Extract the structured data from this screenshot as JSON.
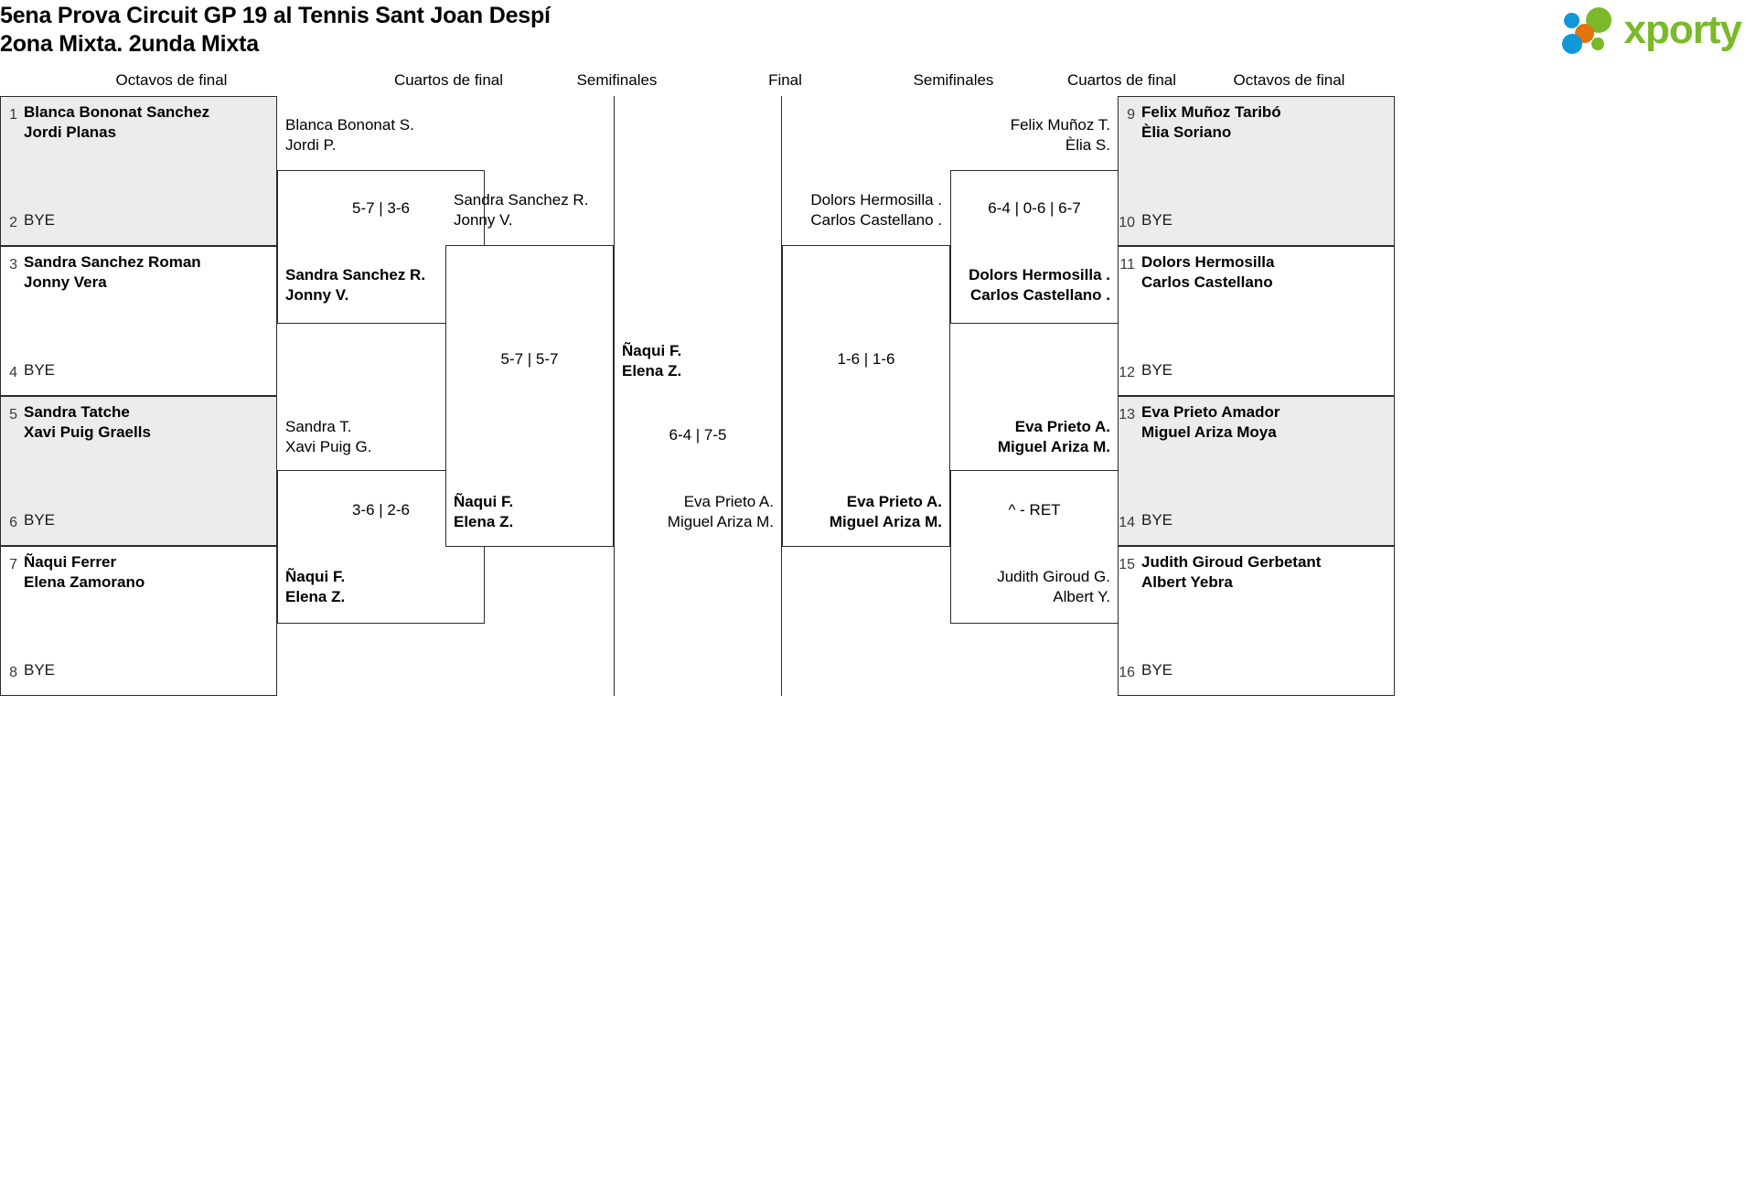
{
  "header": {
    "title_line1": "5ena Prova Circuit GP 19 al Tennis Sant Joan Despí",
    "title_line2": "2ona Mixta. 2unda Mixta",
    "logo_text": "xporty",
    "logo_colors": {
      "blue": "#0f97d8",
      "orange": "#e2740d",
      "green": "#7ab929"
    }
  },
  "round_headers": {
    "left_r16": "Octavos de final",
    "left_qf": "Cuartos de final",
    "left_sf": "Semifinales",
    "final": "Final",
    "right_sf": "Semifinales",
    "right_qf": "Cuartos de final",
    "right_r16": "Octavos de final"
  },
  "bracket": {
    "left_r16": [
      {
        "seed": "1",
        "line1": "Blanca Bononat Sanchez",
        "line2": "Jordi Planas"
      },
      {
        "seed": "2",
        "line1": "BYE",
        "line2": ""
      },
      {
        "seed": "3",
        "line1": "Sandra Sanchez Roman",
        "line2": "Jonny Vera"
      },
      {
        "seed": "4",
        "line1": "BYE",
        "line2": ""
      },
      {
        "seed": "5",
        "line1": "Sandra Tatche",
        "line2": "Xavi Puig Graells"
      },
      {
        "seed": "6",
        "line1": "BYE",
        "line2": ""
      },
      {
        "seed": "7",
        "line1": "Ñaqui Ferrer",
        "line2": "Elena Zamorano"
      },
      {
        "seed": "8",
        "line1": "BYE",
        "line2": ""
      }
    ],
    "right_r16": [
      {
        "seed": "9",
        "line1": "Felix Muñoz Taribó",
        "line2": "Èlia Soriano"
      },
      {
        "seed": "10",
        "line1": "BYE",
        "line2": ""
      },
      {
        "seed": "11",
        "line1": "Dolors Hermosilla",
        "line2": "Carlos Castellano"
      },
      {
        "seed": "12",
        "line1": "BYE",
        "line2": ""
      },
      {
        "seed": "13",
        "line1": "Eva Prieto Amador",
        "line2": "Miguel Ariza Moya"
      },
      {
        "seed": "14",
        "line1": "BYE",
        "line2": ""
      },
      {
        "seed": "15",
        "line1": "Judith Giroud Gerbetant",
        "line2": "Albert Yebra"
      },
      {
        "seed": "16",
        "line1": "BYE",
        "line2": ""
      }
    ],
    "left_qf": [
      {
        "top_line1": "Blanca Bononat S.",
        "top_line2": "Jordi P.",
        "bot_line1": "Sandra Sanchez R.",
        "bot_line2": "Jonny V.",
        "score": "5-7 | 3-6"
      },
      {
        "top_line1": "Sandra T.",
        "top_line2": "Xavi Puig G.",
        "bot_line1": "Ñaqui F.",
        "bot_line2": "Elena Z.",
        "score": "3-6 | 2-6"
      }
    ],
    "left_sf": {
      "top_line1": "Sandra Sanchez R.",
      "top_line2": "Jonny V.",
      "bot_line1": "Ñaqui F.",
      "bot_line2": "Elena Z.",
      "score": "5-7 | 5-7"
    },
    "right_qf": [
      {
        "top_line1": "Felix Muñoz T.",
        "top_line2": "Èlia S.",
        "bot_line1": "Dolors Hermosilla .",
        "bot_line2": "Carlos Castellano .",
        "score": "6-4 | 0-6 | 6-7"
      },
      {
        "top_line1": "Eva Prieto A.",
        "top_line2": "Miguel Ariza M.",
        "bot_line1": "Judith Giroud G.",
        "bot_line2": "Albert Y.",
        "score": "^ - RET"
      }
    ],
    "right_sf": {
      "top_line1": "Dolors Hermosilla .",
      "top_line2": "Carlos Castellano .",
      "bot_line1": "Eva Prieto A.",
      "bot_line2": "Miguel Ariza M.",
      "score": "1-6 | 1-6"
    },
    "final": {
      "left_line1": "Ñaqui F.",
      "left_line2": "Elena Z.",
      "right_line1": "Eva Prieto A.",
      "right_line2": "Miguel Ariza M.",
      "champion_line1": "Ñaqui F.",
      "champion_line2": "Elena Z.",
      "score": "6-4 | 7-5"
    }
  }
}
